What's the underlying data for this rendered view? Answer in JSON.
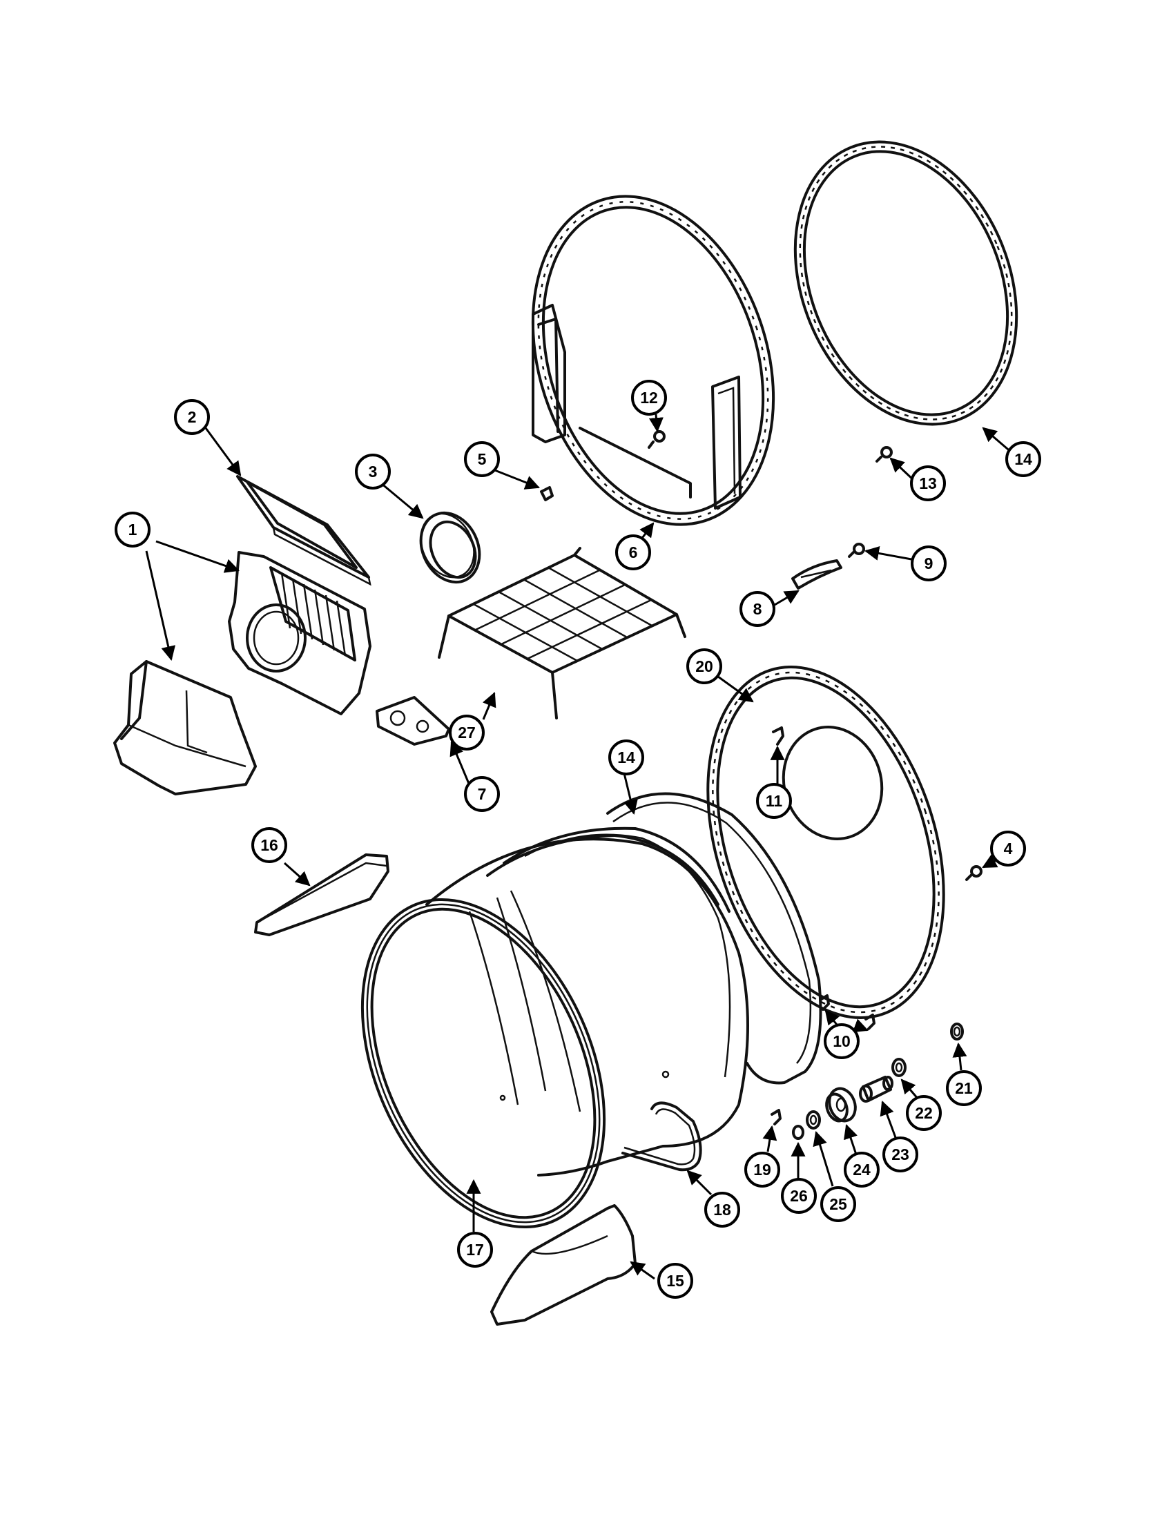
{
  "callouts": {
    "c1": "1",
    "c2": "2",
    "c3": "3",
    "c4": "4",
    "c5": "5",
    "c6": "6",
    "c7": "7",
    "c8": "8",
    "c9": "9",
    "c10": "10",
    "c11": "11",
    "c12": "12",
    "c13": "13",
    "c14a": "14",
    "c14b": "14",
    "c15": "15",
    "c16": "16",
    "c17": "17",
    "c18": "18",
    "c19": "19",
    "c20": "20",
    "c21": "21",
    "c22": "22",
    "c23": "23",
    "c24": "24",
    "c25": "25",
    "c26": "26",
    "c27": "27"
  }
}
